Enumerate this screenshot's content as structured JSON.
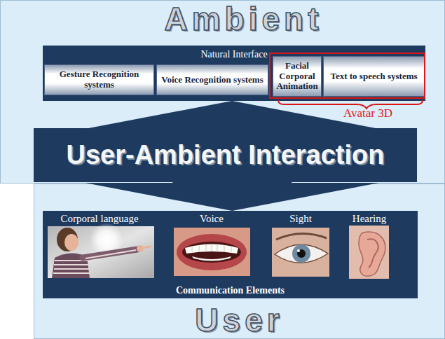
{
  "diagram": {
    "nodes": [
      {
        "text": [
          "Ambient"
        ]
      },
      {
        "text": [
          "Natural Interface"
        ],
        "in": 0
      },
      {
        "text": [
          "Gesture Recognition systems"
        ],
        "in": 1
      },
      {
        "text": [
          "Voice Recognition systems"
        ],
        "in": 1
      },
      {
        "text": [
          "Facial Corporal Animation"
        ],
        "in": 1
      },
      {
        "text": [
          "Text to speech systems"
        ],
        "in": 1
      },
      {
        "text": [
          "User-Ambient Interaction"
        ]
      },
      {
        "text": [
          "User"
        ]
      },
      {
        "text": [
          "Communication Elements"
        ],
        "in": 7
      }
    ],
    "edges": [
      {
        "from": 1,
        "to": 8,
        "arrow": "both"
      }
    ],
    "labels": [
      "Avatar 3D",
      "Corporal language",
      "Voice",
      "Sight",
      "Hearing"
    ]
  }
}
